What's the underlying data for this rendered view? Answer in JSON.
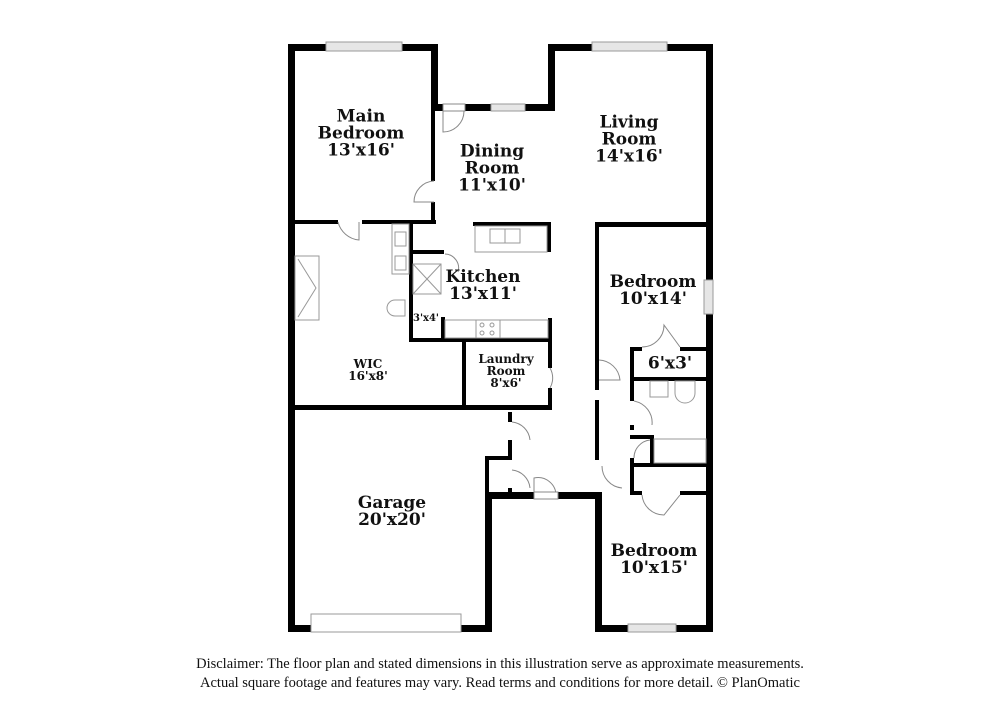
{
  "rooms": {
    "main_bedroom": {
      "name_line1": "Main",
      "name_line2": "Bedroom",
      "dims": "13'x16'"
    },
    "dining_room": {
      "name_line1": "Dining",
      "name_line2": "Room",
      "dims": "11'x10'"
    },
    "living_room": {
      "name_line1": "Living",
      "name_line2": "Room",
      "dims": "14'x16'"
    },
    "kitchen": {
      "name": "Kitchen",
      "dims": "13'x11'"
    },
    "bedroom_2": {
      "name": "Bedroom",
      "dims": "10'x14'"
    },
    "closet_6x3": {
      "dims": "6'x3'"
    },
    "closet_3x4": {
      "dims": "3'x4'"
    },
    "wic": {
      "name": "WIC",
      "dims": "16'x8'"
    },
    "laundry_room": {
      "name_line1": "Laundry",
      "name_line2": "Room",
      "dims": "8'x6'"
    },
    "garage": {
      "name": "Garage",
      "dims": "20'x20'"
    },
    "bedroom_3": {
      "name": "Bedroom",
      "dims": "10'x15'"
    }
  },
  "disclaimer": {
    "line1": "Disclaimer: The floor plan and stated dimensions in this illustration serve as approximate measurements.",
    "line2": "Actual square footage and features may vary. Read terms and conditions for more detail. © PlanOmatic"
  },
  "colors": {
    "wall": "#000000",
    "fixture": "#999999",
    "window": "#cccccc",
    "background": "#ffffff"
  }
}
